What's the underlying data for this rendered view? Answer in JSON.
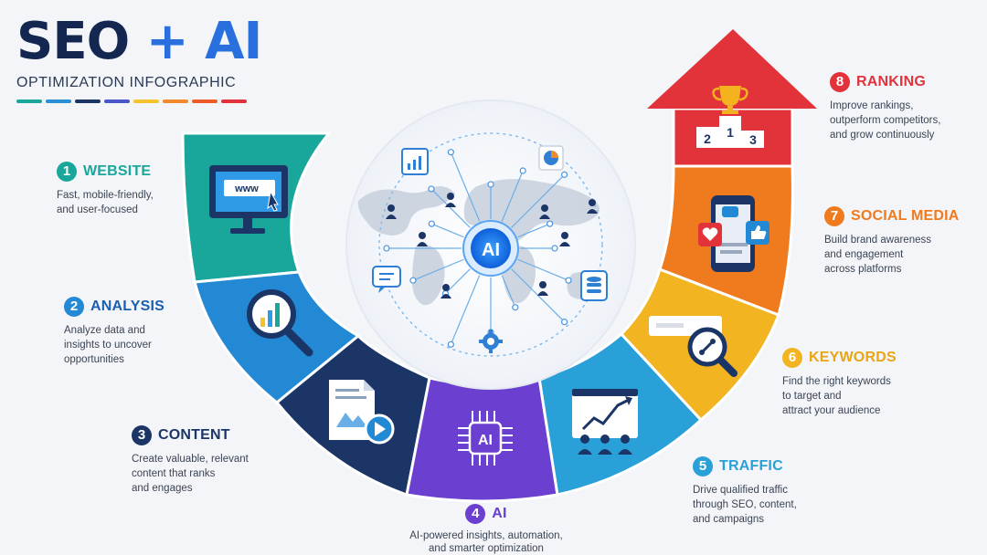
{
  "header": {
    "title_seo": "SEO",
    "title_plus": "+",
    "title_ai": "AI",
    "subtitle": "OPTIMIZATION INFOGRAPHIC",
    "color_bar": [
      "#1aa79b",
      "#2b8fd6",
      "#1b3566",
      "#4a57c9",
      "#f3c42b",
      "#f08a2b",
      "#ee5b2b",
      "#e2333b"
    ]
  },
  "hub": {
    "label": "AI",
    "icons": [
      "bar-chart-icon",
      "pie-chart-icon",
      "chat-bubble-icon",
      "database-icon",
      "gear-icon",
      "person-icon",
      "world-map-icon"
    ]
  },
  "steps": [
    {
      "number": "1",
      "title": "WEBSITE",
      "desc": [
        "Fast, mobile-friendly,",
        "and user-focused"
      ],
      "color": "#1aa79b",
      "icon": "monitor-www-icon",
      "icon_text": "www"
    },
    {
      "number": "2",
      "title": "ANALYSIS",
      "desc": [
        "Analyze data and",
        "insights to uncover",
        "opportunities"
      ],
      "color": "#2389d4",
      "icon": "magnifier-chart-icon"
    },
    {
      "number": "3",
      "title": "CONTENT",
      "desc": [
        "Create valuable, relevant",
        "content that ranks",
        "and engages"
      ],
      "color": "#1b3566",
      "icon": "document-video-icon"
    },
    {
      "number": "4",
      "title": "AI",
      "desc": [
        "AI-powered insights, automation,",
        "and smarter optimization"
      ],
      "color": "#6b3fd0",
      "icon": "ai-chip-icon",
      "icon_text": "AI"
    },
    {
      "number": "5",
      "title": "TRAFFIC",
      "desc": [
        "Drive qualified traffic",
        "through SEO, content,",
        "and campaigns"
      ],
      "color": "#2aa0d8",
      "icon": "traffic-chart-audience-icon"
    },
    {
      "number": "6",
      "title": "KEYWORDS",
      "desc": [
        "Find the right keywords",
        "to target and",
        "attract your audience"
      ],
      "color": "#f2b420",
      "icon": "keyword-search-icon"
    },
    {
      "number": "7",
      "title": "SOCIAL MEDIA",
      "desc": [
        "Build brand awareness",
        "and engagement",
        "across platforms"
      ],
      "color": "#f07a1e",
      "icon": "phone-social-icon"
    },
    {
      "number": "8",
      "title": "RANKING",
      "desc": [
        "Improve rankings,",
        "outperform competitors,",
        "and grow continuously"
      ],
      "color": "#e2333b",
      "icon": "trophy-podium-icon",
      "podium": [
        "2",
        "1",
        "3"
      ]
    }
  ]
}
